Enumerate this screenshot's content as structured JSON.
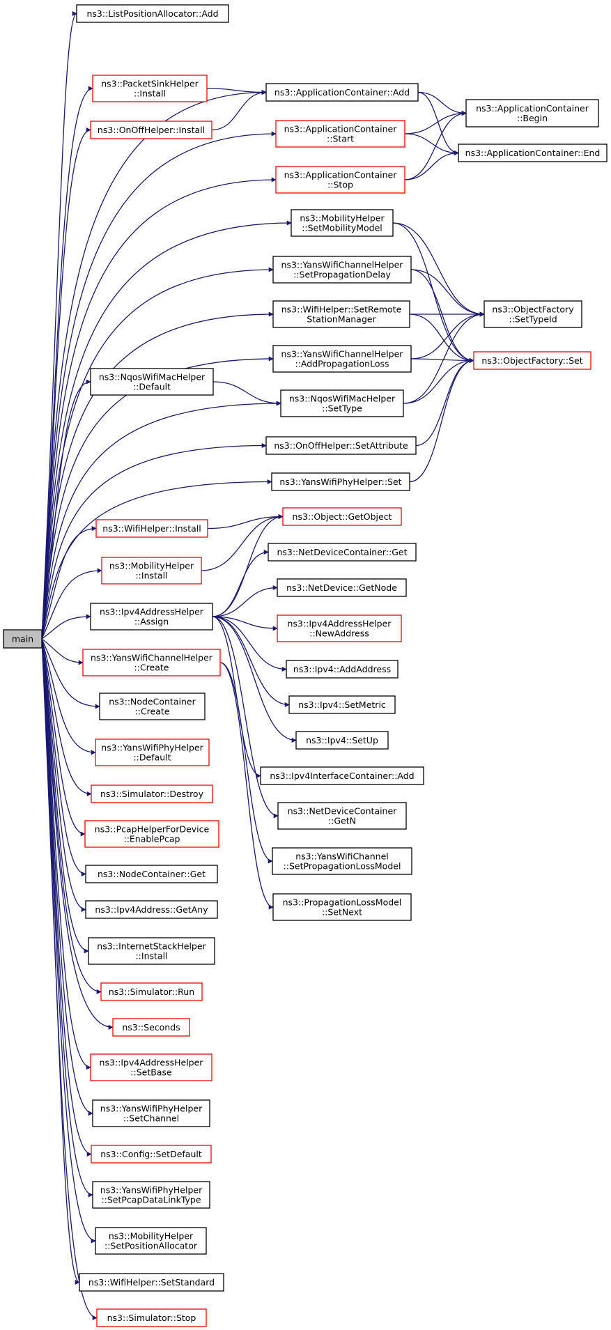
{
  "colors": {
    "edge": "#191970",
    "border_default": "#000000",
    "border_red": "#ff0000",
    "root_fill": "#bfbfbf"
  },
  "nodes": [
    {
      "id": "main",
      "lines": [
        "main"
      ],
      "border": "root"
    },
    {
      "id": "lpa_add",
      "lines": [
        "ns3::ListPositionAllocator::Add"
      ],
      "border": "black"
    },
    {
      "id": "psh_install",
      "lines": [
        "ns3::PacketSinkHelper",
        "::Install"
      ],
      "border": "red"
    },
    {
      "id": "onoff_install",
      "lines": [
        "ns3::OnOffHelper::Install"
      ],
      "border": "red"
    },
    {
      "id": "ac_add",
      "lines": [
        "ns3::ApplicationContainer::Add"
      ],
      "border": "black"
    },
    {
      "id": "ac_start",
      "lines": [
        "ns3::ApplicationContainer",
        "::Start"
      ],
      "border": "red"
    },
    {
      "id": "ac_stop",
      "lines": [
        "ns3::ApplicationContainer",
        "::Stop"
      ],
      "border": "red"
    },
    {
      "id": "ac_begin",
      "lines": [
        "ns3::ApplicationContainer",
        "::Begin"
      ],
      "border": "black"
    },
    {
      "id": "ac_end",
      "lines": [
        "ns3::ApplicationContainer::End"
      ],
      "border": "black"
    },
    {
      "id": "mh_setmobility",
      "lines": [
        "ns3::MobilityHelper",
        "::SetMobilityModel"
      ],
      "border": "black"
    },
    {
      "id": "ywch_setpropdelay",
      "lines": [
        "ns3::YansWifiChannelHelper",
        "::SetPropagationDelay"
      ],
      "border": "black"
    },
    {
      "id": "wh_setremote",
      "lines": [
        "ns3::WifiHelper::SetRemote",
        "StationManager"
      ],
      "border": "black"
    },
    {
      "id": "ywch_addproploss",
      "lines": [
        "ns3::YansWifiChannelHelper",
        "::AddPropagationLoss"
      ],
      "border": "black"
    },
    {
      "id": "nqos_default",
      "lines": [
        "ns3::NqosWifiMacHelper",
        "::Default"
      ],
      "border": "black"
    },
    {
      "id": "nqos_settype",
      "lines": [
        "ns3::NqosWifiMacHelper",
        "::SetType"
      ],
      "border": "black"
    },
    {
      "id": "onoff_setattr",
      "lines": [
        "ns3::OnOffHelper::SetAttribute"
      ],
      "border": "black"
    },
    {
      "id": "ywph_set",
      "lines": [
        "ns3::YansWifiPhyHelper::Set"
      ],
      "border": "black"
    },
    {
      "id": "of_settypeid",
      "lines": [
        "ns3::ObjectFactory",
        "::SetTypeId"
      ],
      "border": "black"
    },
    {
      "id": "of_set",
      "lines": [
        "ns3::ObjectFactory::Set"
      ],
      "border": "red"
    },
    {
      "id": "wh_install",
      "lines": [
        "ns3::WifiHelper::Install"
      ],
      "border": "red"
    },
    {
      "id": "mh_install",
      "lines": [
        "ns3::MobilityHelper",
        "::Install"
      ],
      "border": "red"
    },
    {
      "id": "obj_getobject",
      "lines": [
        "ns3::Object::GetObject"
      ],
      "border": "red"
    },
    {
      "id": "ndc_get",
      "lines": [
        "ns3::NetDeviceContainer::Get"
      ],
      "border": "black"
    },
    {
      "id": "nd_getnode",
      "lines": [
        "ns3::NetDevice::GetNode"
      ],
      "border": "black"
    },
    {
      "id": "ipv4ah_assign",
      "lines": [
        "ns3::Ipv4AddressHelper",
        "::Assign"
      ],
      "border": "black"
    },
    {
      "id": "ipv4ah_newaddr",
      "lines": [
        "ns3::Ipv4AddressHelper",
        "::NewAddress"
      ],
      "border": "red"
    },
    {
      "id": "ipv4_addaddr",
      "lines": [
        "ns3::Ipv4::AddAddress"
      ],
      "border": "black"
    },
    {
      "id": "ipv4_setmetric",
      "lines": [
        "ns3::Ipv4::SetMetric"
      ],
      "border": "black"
    },
    {
      "id": "ipv4_setup",
      "lines": [
        "ns3::Ipv4::SetUp"
      ],
      "border": "black"
    },
    {
      "id": "ywch_create",
      "lines": [
        "ns3::YansWifiChannelHelper",
        "::Create"
      ],
      "border": "red"
    },
    {
      "id": "ipv4ic_add",
      "lines": [
        "ns3::Ipv4InterfaceContainer::Add"
      ],
      "border": "black"
    },
    {
      "id": "ndc_getn",
      "lines": [
        "ns3::NetDeviceContainer",
        "::GetN"
      ],
      "border": "black"
    },
    {
      "id": "ywc_setproploss",
      "lines": [
        "ns3::YansWifiChannel",
        "::SetPropagationLossModel"
      ],
      "border": "black"
    },
    {
      "id": "plm_setnext",
      "lines": [
        "ns3::PropagationLossModel",
        "::SetNext"
      ],
      "border": "black"
    },
    {
      "id": "nc_create",
      "lines": [
        "ns3::NodeContainer",
        "::Create"
      ],
      "border": "black"
    },
    {
      "id": "ywph_default",
      "lines": [
        "ns3::YansWifiPhyHelper",
        "::Default"
      ],
      "border": "red"
    },
    {
      "id": "sim_destroy",
      "lines": [
        "ns3::Simulator::Destroy"
      ],
      "border": "red"
    },
    {
      "id": "phfd_enablepcap",
      "lines": [
        "ns3::PcapHelperForDevice",
        "::EnablePcap"
      ],
      "border": "red"
    },
    {
      "id": "nc_get",
      "lines": [
        "ns3::NodeContainer::Get"
      ],
      "border": "black"
    },
    {
      "id": "ipv4addr_getany",
      "lines": [
        "ns3::Ipv4Address::GetAny"
      ],
      "border": "black"
    },
    {
      "id": "ish_install",
      "lines": [
        "ns3::InternetStackHelper",
        "::Install"
      ],
      "border": "black"
    },
    {
      "id": "sim_run",
      "lines": [
        "ns3::Simulator::Run"
      ],
      "border": "red"
    },
    {
      "id": "seconds",
      "lines": [
        "ns3::Seconds"
      ],
      "border": "red"
    },
    {
      "id": "ipv4ah_setbase",
      "lines": [
        "ns3::Ipv4AddressHelper",
        "::SetBase"
      ],
      "border": "red"
    },
    {
      "id": "ywph_setchannel",
      "lines": [
        "ns3::YansWifiPhyHelper",
        "::SetChannel"
      ],
      "border": "black"
    },
    {
      "id": "cfg_setdefault",
      "lines": [
        "ns3::Config::SetDefault"
      ],
      "border": "red"
    },
    {
      "id": "ywph_setpcapdlt",
      "lines": [
        "ns3::YansWifiPhyHelper",
        "::SetPcapDataLinkType"
      ],
      "border": "black"
    },
    {
      "id": "mh_setposalloc",
      "lines": [
        "ns3::MobilityHelper",
        "::SetPositionAllocator"
      ],
      "border": "black"
    },
    {
      "id": "wh_setstandard",
      "lines": [
        "ns3::WifiHelper::SetStandard"
      ],
      "border": "black"
    },
    {
      "id": "sim_stop",
      "lines": [
        "ns3::Simulator::Stop"
      ],
      "border": "red"
    }
  ],
  "edges": [
    [
      "main",
      "lpa_add"
    ],
    [
      "main",
      "ac_add"
    ],
    [
      "main",
      "psh_install"
    ],
    [
      "main",
      "onoff_install"
    ],
    [
      "main",
      "ac_start"
    ],
    [
      "main",
      "ac_stop"
    ],
    [
      "main",
      "mh_setmobility"
    ],
    [
      "main",
      "ywch_setpropdelay"
    ],
    [
      "main",
      "wh_setremote"
    ],
    [
      "main",
      "ywch_addproploss"
    ],
    [
      "main",
      "nqos_default"
    ],
    [
      "main",
      "nqos_settype"
    ],
    [
      "main",
      "onoff_setattr"
    ],
    [
      "main",
      "ywph_set"
    ],
    [
      "main",
      "wh_install"
    ],
    [
      "main",
      "mh_install"
    ],
    [
      "main",
      "ipv4ah_assign"
    ],
    [
      "main",
      "ywch_create"
    ],
    [
      "main",
      "nc_create"
    ],
    [
      "main",
      "ywph_default"
    ],
    [
      "main",
      "sim_destroy"
    ],
    [
      "main",
      "phfd_enablepcap"
    ],
    [
      "main",
      "nc_get"
    ],
    [
      "main",
      "ipv4addr_getany"
    ],
    [
      "main",
      "ish_install"
    ],
    [
      "main",
      "sim_run"
    ],
    [
      "main",
      "seconds"
    ],
    [
      "main",
      "ipv4ah_setbase"
    ],
    [
      "main",
      "ywph_setchannel"
    ],
    [
      "main",
      "cfg_setdefault"
    ],
    [
      "main",
      "ywph_setpcapdlt"
    ],
    [
      "main",
      "mh_setposalloc"
    ],
    [
      "main",
      "wh_setstandard"
    ],
    [
      "main",
      "sim_stop"
    ],
    [
      "psh_install",
      "ac_add"
    ],
    [
      "onoff_install",
      "ac_add"
    ],
    [
      "ac_add",
      "ac_begin"
    ],
    [
      "ac_add",
      "ac_end"
    ],
    [
      "ac_start",
      "ac_begin"
    ],
    [
      "ac_start",
      "ac_end"
    ],
    [
      "ac_stop",
      "ac_begin"
    ],
    [
      "ac_stop",
      "ac_end"
    ],
    [
      "mh_setmobility",
      "of_settypeid"
    ],
    [
      "mh_setmobility",
      "of_set"
    ],
    [
      "ywch_setpropdelay",
      "of_settypeid"
    ],
    [
      "ywch_setpropdelay",
      "of_set"
    ],
    [
      "wh_setremote",
      "of_settypeid"
    ],
    [
      "wh_setremote",
      "of_set"
    ],
    [
      "ywch_addproploss",
      "of_settypeid"
    ],
    [
      "ywch_addproploss",
      "of_set"
    ],
    [
      "nqos_default",
      "nqos_settype"
    ],
    [
      "nqos_settype",
      "of_settypeid"
    ],
    [
      "nqos_settype",
      "of_set"
    ],
    [
      "onoff_setattr",
      "of_set"
    ],
    [
      "ywph_set",
      "of_set"
    ],
    [
      "wh_install",
      "obj_getobject"
    ],
    [
      "mh_install",
      "obj_getobject"
    ],
    [
      "ipv4ah_assign",
      "obj_getobject"
    ],
    [
      "ipv4ah_assign",
      "ndc_get"
    ],
    [
      "ipv4ah_assign",
      "nd_getnode"
    ],
    [
      "ipv4ah_assign",
      "ipv4ah_newaddr"
    ],
    [
      "ipv4ah_assign",
      "ipv4_addaddr"
    ],
    [
      "ipv4ah_assign",
      "ipv4_setmetric"
    ],
    [
      "ipv4ah_assign",
      "ipv4_setup"
    ],
    [
      "ipv4ah_assign",
      "ipv4ic_add"
    ],
    [
      "ipv4ah_assign",
      "ndc_getn"
    ],
    [
      "ywch_create",
      "ywc_setproploss"
    ],
    [
      "ywch_create",
      "plm_setnext"
    ]
  ]
}
